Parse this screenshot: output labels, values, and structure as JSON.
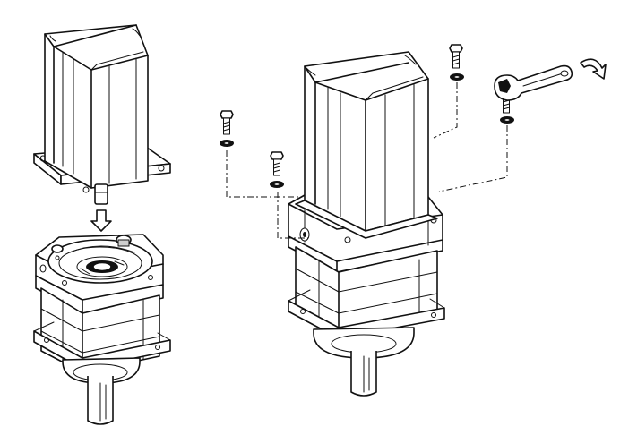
{
  "figure": {
    "panels": [
      "motor-lowering-onto-gearbox",
      "fastening-motor-to-gearbox"
    ],
    "icons": [
      "motor",
      "gearbox",
      "bolt",
      "washer",
      "wrench",
      "down-arrow",
      "rotation-arrow"
    ],
    "line_color": "#111111",
    "background": "#ffffff"
  }
}
